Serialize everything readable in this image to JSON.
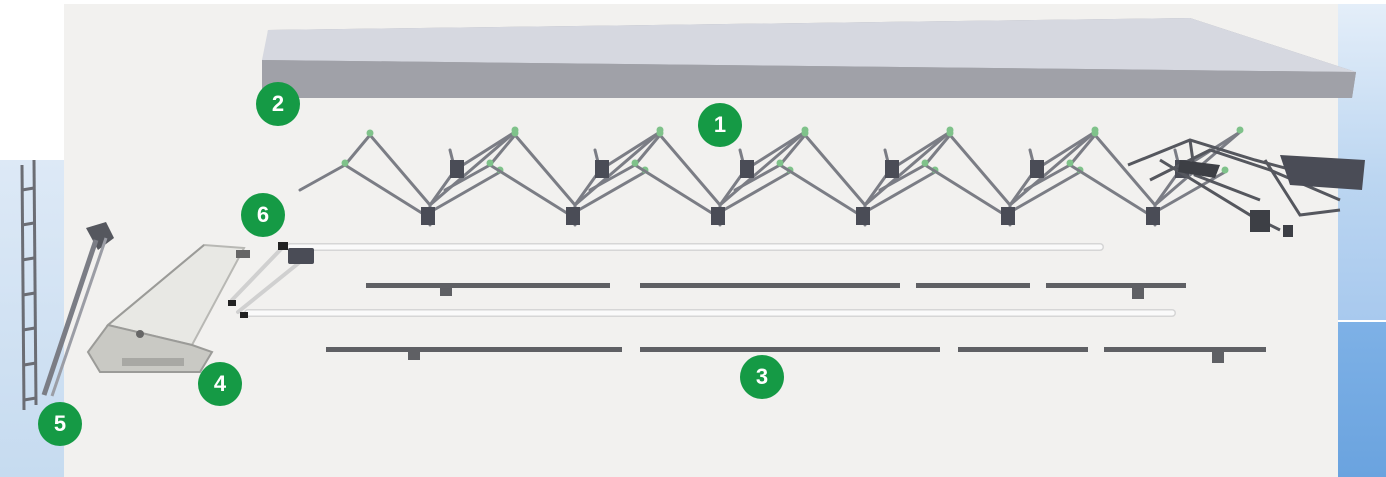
{
  "callouts": {
    "c1": "1",
    "c2": "2",
    "c3": "3",
    "c4": "4",
    "c5": "5",
    "c6": "6"
  },
  "colors": {
    "callout": "#159a45",
    "backdrop": "#f2f1ef",
    "cover": "#a3a3a9",
    "frame": "#7b7d85",
    "connector": "#7fc28a",
    "rail": "#5f6064",
    "panel_light": "#bcd6f1",
    "panel_dark": "#6aa3df"
  }
}
